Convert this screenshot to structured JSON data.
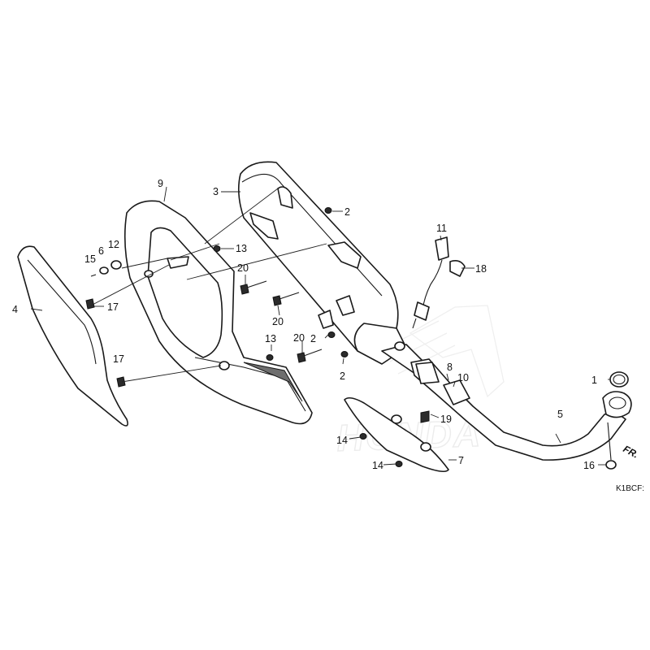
{
  "watermark": {
    "text": "HONDA",
    "color": "#e6e6e6"
  },
  "direction_label": "FR.",
  "diagram_code": "K1BCF:",
  "callouts": {
    "c1": "1",
    "c2a": "2",
    "c2b": "2",
    "c2c": "2",
    "c3": "3",
    "c4": "4",
    "c5": "5",
    "c6": "6",
    "c7": "7",
    "c8": "8",
    "c9": "9",
    "c10": "10",
    "c11": "11",
    "c12": "12",
    "c13a": "13",
    "c13b": "13",
    "c14a": "14",
    "c14b": "14",
    "c15": "15",
    "c16": "16",
    "c17a": "17",
    "c17b": "17",
    "c18": "18",
    "c19": "19",
    "c20a": "20",
    "c20b": "20",
    "c20c": "20"
  }
}
